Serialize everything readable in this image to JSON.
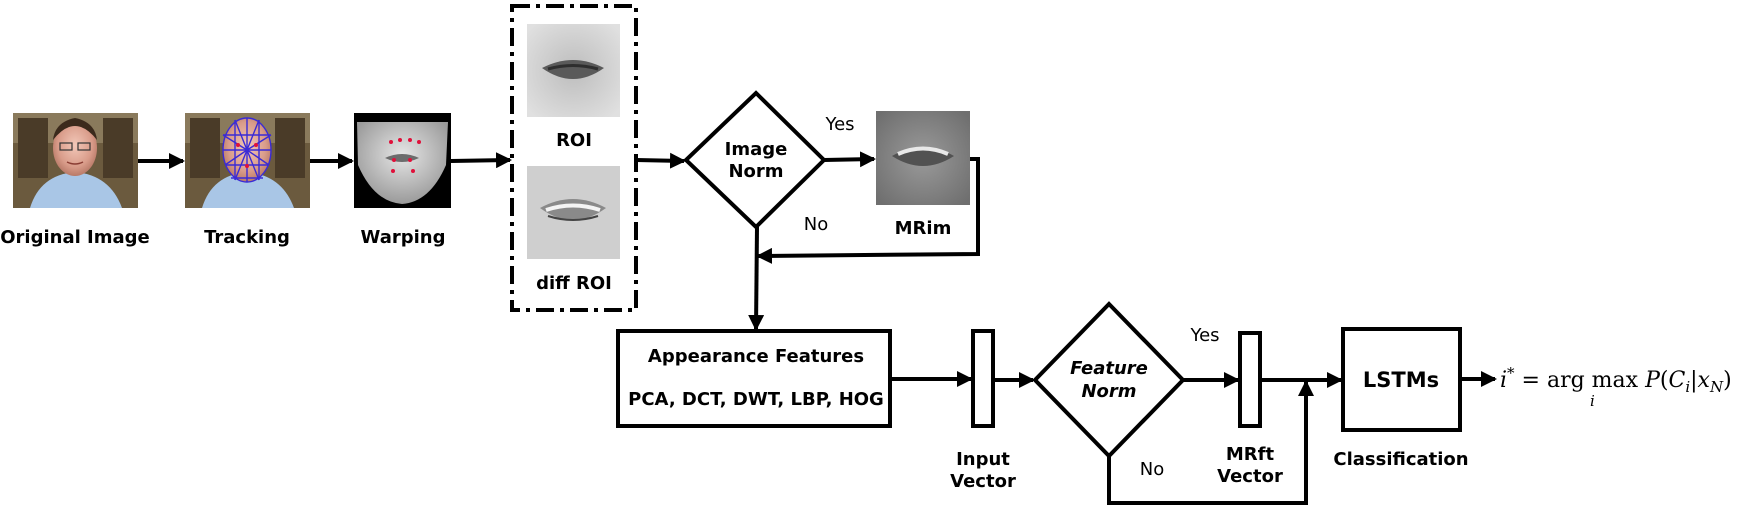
{
  "stages": {
    "original_image": "Original Image",
    "tracking": "Tracking",
    "warping": "Warping",
    "roi": "ROI",
    "diff_roi": "diff ROI",
    "image_norm_line1": "Image",
    "image_norm_line2": "Norm",
    "mrim": "MRim",
    "appearance_title": "Appearance Features",
    "appearance_methods": "PCA, DCT, DWT, LBP, HOG",
    "input_vector_line1": "Input",
    "input_vector_line2": "Vector",
    "feature_norm_line1": "Feature",
    "feature_norm_line2": "Norm",
    "mrft_line1": "MRft",
    "mrft_line2": "Vector",
    "lstms": "LSTMs",
    "classification": "Classification"
  },
  "branches": {
    "image_yes": "Yes",
    "image_no": "No",
    "feature_yes": "Yes",
    "feature_no": "No"
  },
  "formula": "i* = arg max_i P(C_i | x_N)"
}
